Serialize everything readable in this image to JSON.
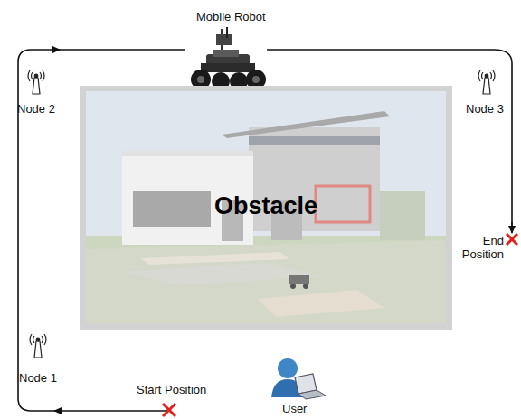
{
  "diagram": {
    "nodes": [
      {
        "text": [
          "Obstacle"
        ]
      }
    ],
    "labels": [
      "Mobile Robot",
      "Node 2",
      "Node 3",
      "End Position",
      "Node 1",
      "Start Position",
      "User"
    ]
  }
}
